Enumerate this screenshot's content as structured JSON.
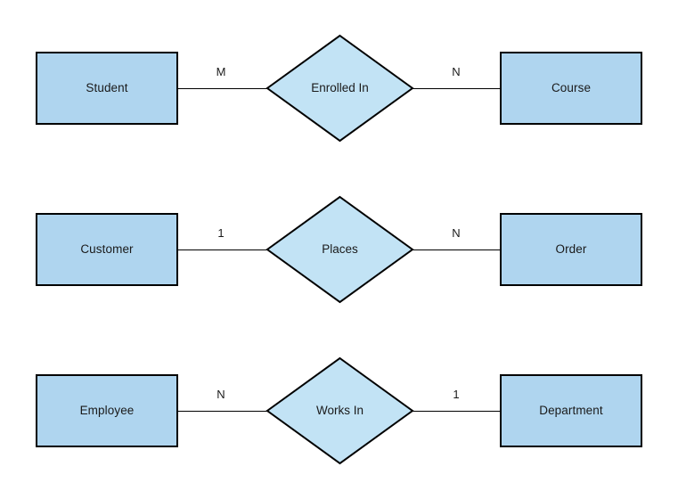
{
  "diagram": {
    "type": "entity-relationship-diagram",
    "background_color": "#FFFFFF",
    "entity_fill": "#AFD5EF",
    "relationship_fill": "#C2E3F5",
    "stroke_color": "#000000",
    "rows": [
      {
        "left_entity": "Student",
        "left_cardinality": "M",
        "relationship": "Enrolled In",
        "right_cardinality": "N",
        "right_entity": "Course"
      },
      {
        "left_entity": "Customer",
        "left_cardinality": "1",
        "relationship": "Places",
        "right_cardinality": "N",
        "right_entity": "Order"
      },
      {
        "left_entity": "Employee",
        "left_cardinality": "N",
        "relationship": "Works In",
        "right_cardinality": "1",
        "right_entity": "Department"
      }
    ]
  }
}
